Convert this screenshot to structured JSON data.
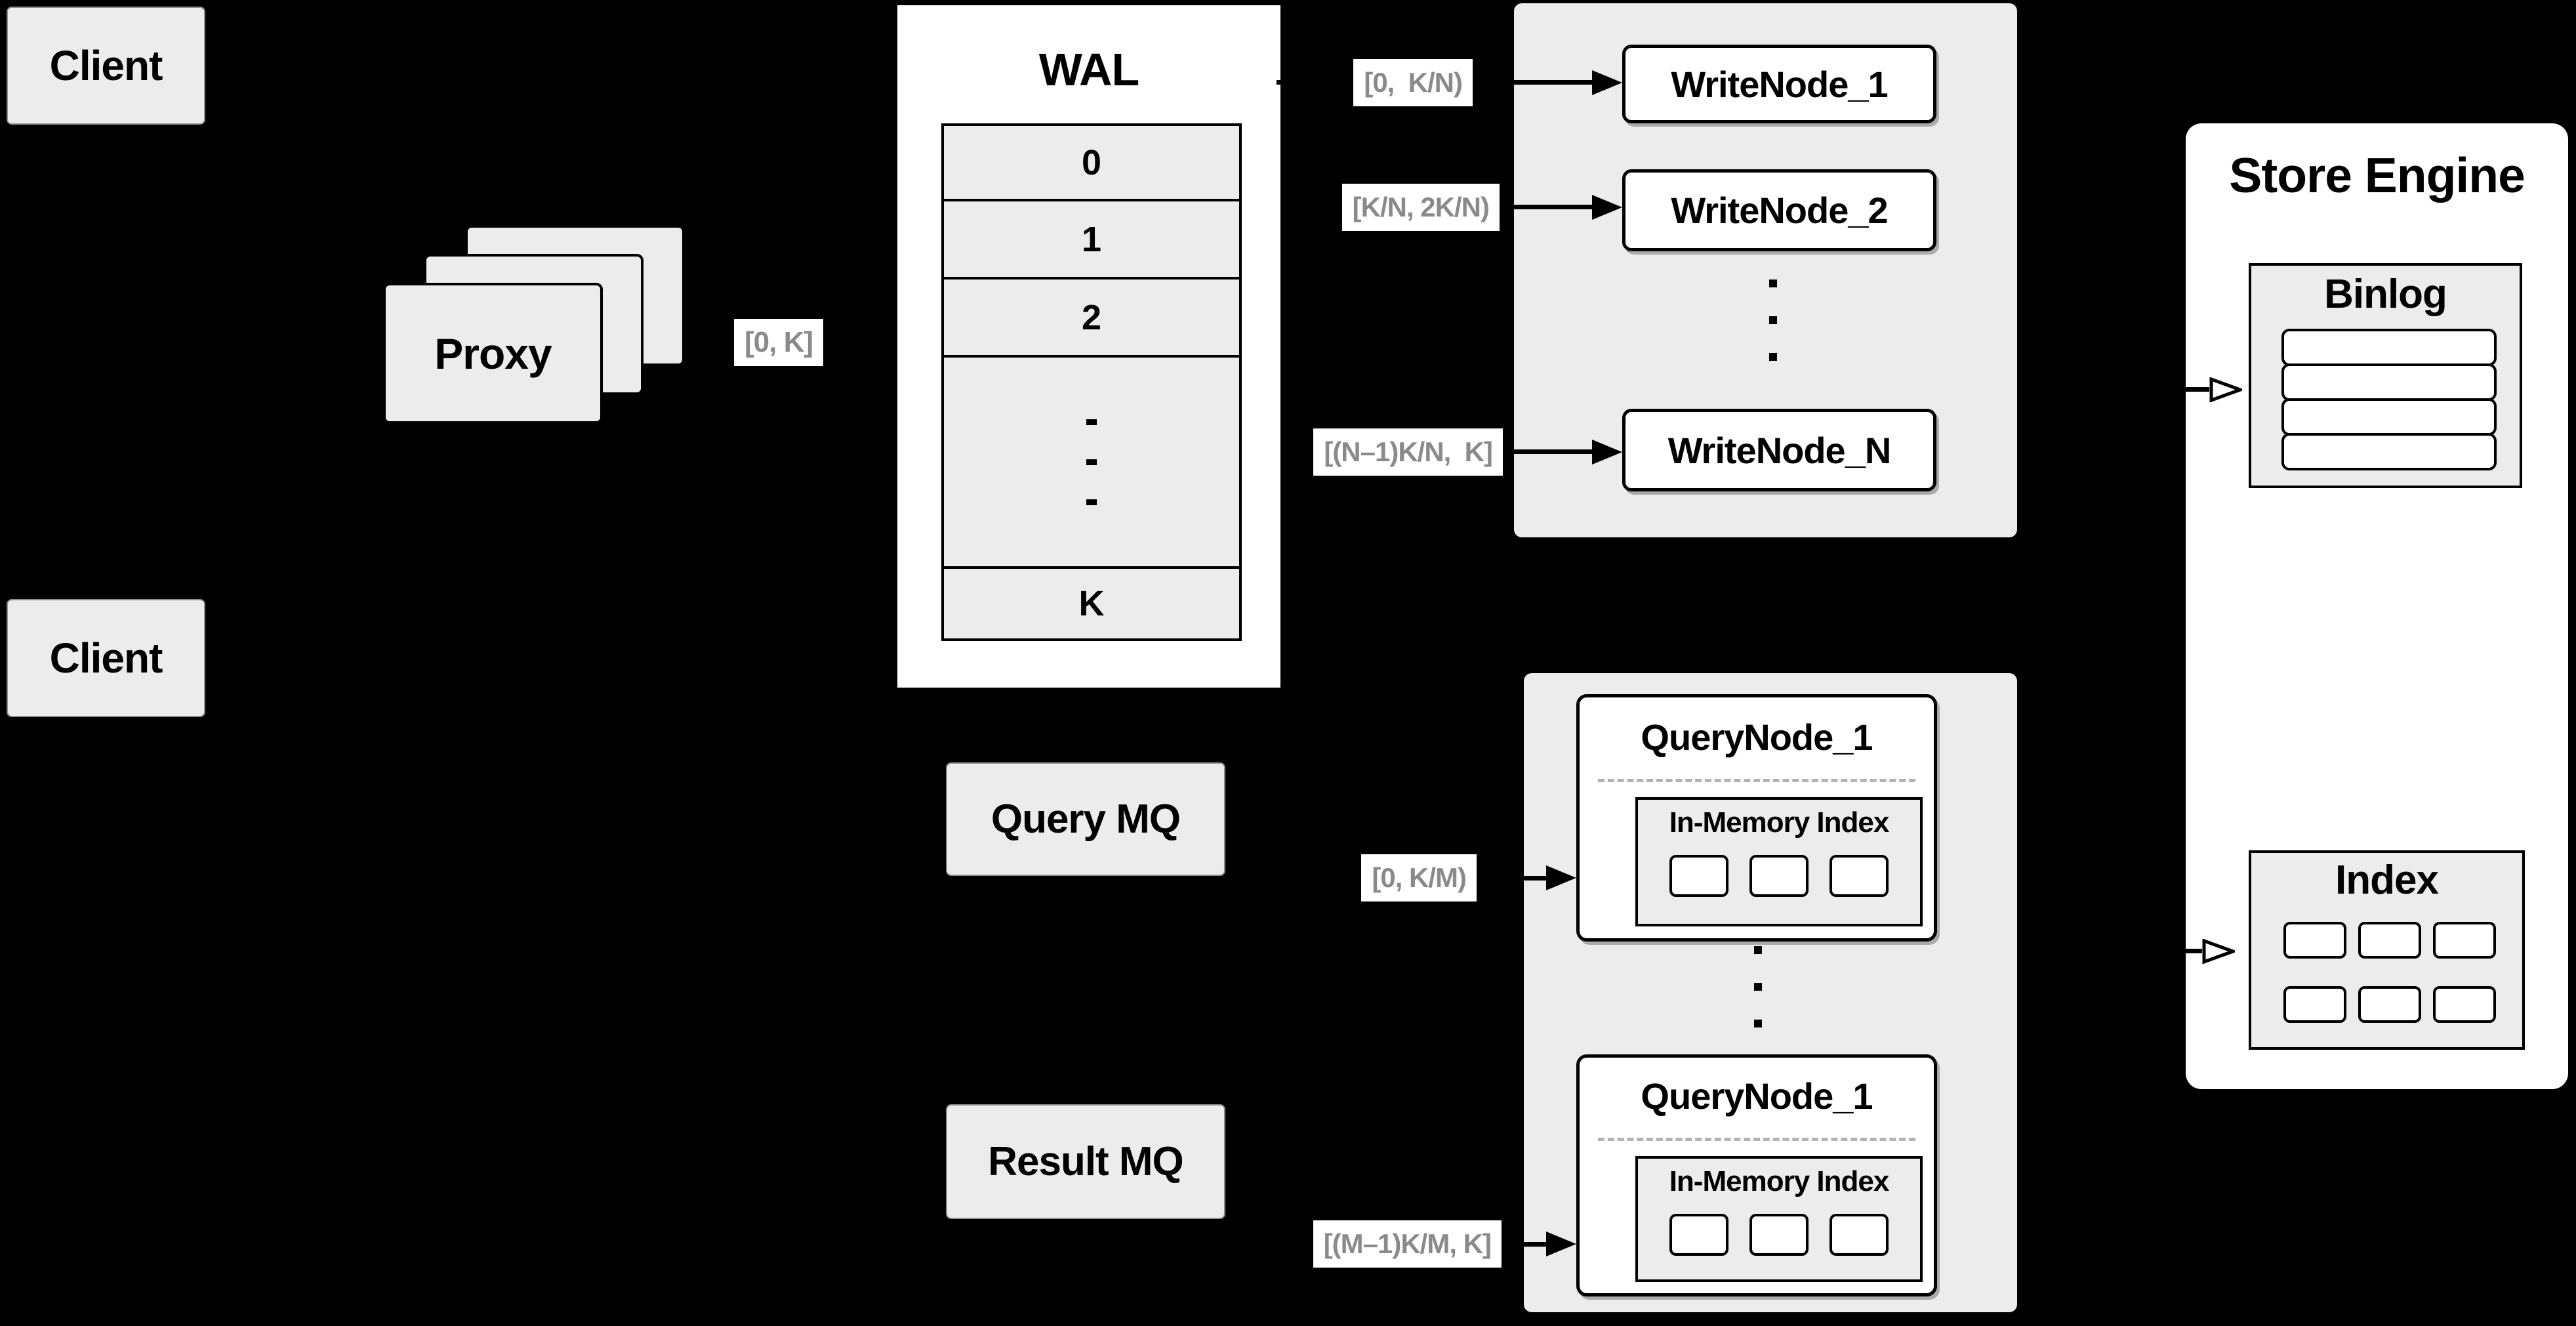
{
  "colors": {
    "background": "#000000",
    "panel_gray": "#ececec",
    "node_white": "#ffffff",
    "line_black": "#000000",
    "range_text_gray": "#8a8a8a"
  },
  "clients": {
    "top": "Client",
    "bottom": "Client"
  },
  "proxy": {
    "label": "Proxy"
  },
  "ranges": {
    "proxy_to_wal": "[0, K]",
    "wal_to_write_1": "[0,  K/N)",
    "wal_to_write_2": "[K/N, 2K/N)",
    "wal_to_write_n": "[(N–1)K/N,  K]",
    "query_mq_to_node_1": "[0, K/M)",
    "query_mq_to_node_m": "[(M–1)K/M, K]"
  },
  "wal": {
    "title": "WAL",
    "row_0": "0",
    "row_1": "1",
    "row_2": "2",
    "row_last": "K"
  },
  "write_group": {
    "node_1": "WriteNode_1",
    "node_2": "WriteNode_2",
    "node_n": "WriteNode_N"
  },
  "query_group": {
    "node_top_title": "QueryNode_1",
    "node_top_subtitle": "In-Memory Index",
    "node_bottom_title": "QueryNode_1",
    "node_bottom_subtitle": "In-Memory Index"
  },
  "mq": {
    "query": "Query MQ",
    "result": "Result MQ"
  },
  "store_engine": {
    "title": "Store Engine",
    "binlog": "Binlog",
    "index": "Index"
  },
  "symbols": {
    "vertical_ellipsis": "···"
  }
}
